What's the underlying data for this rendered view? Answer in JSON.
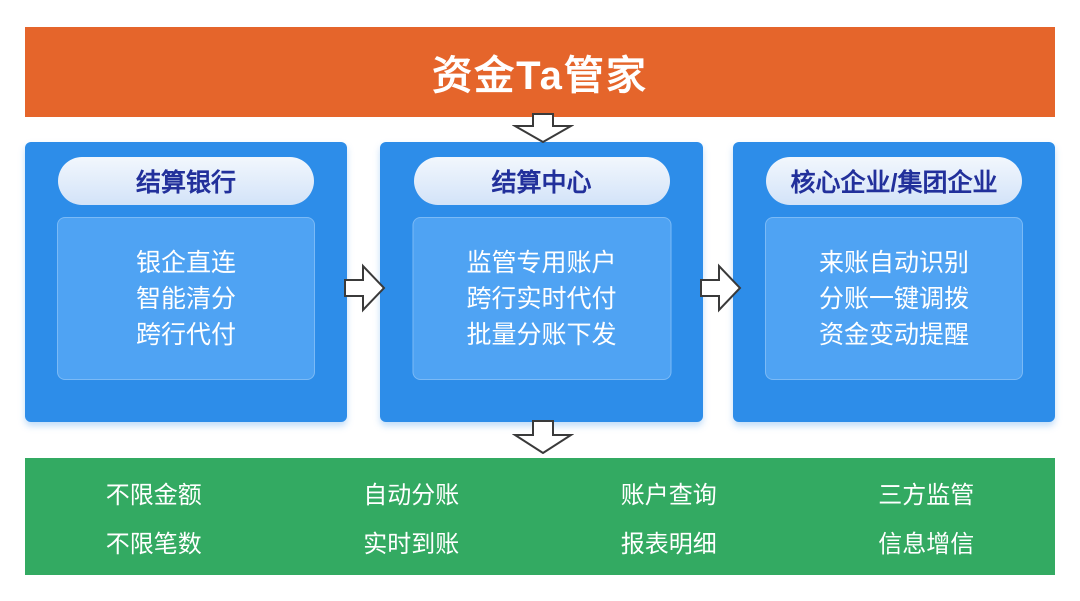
{
  "title": "资金Ta管家",
  "flow": {
    "columns": [
      {
        "header": "结算银行",
        "items": [
          "银企直连",
          "智能清分",
          "跨行代付"
        ]
      },
      {
        "header": "结算中心",
        "items": [
          "监管专用账户",
          "跨行实时代付",
          "批量分账下发"
        ]
      },
      {
        "header": "核心企业/集团企业",
        "items": [
          "来账自动识别",
          "分账一键调拨",
          "资金变动提醒"
        ]
      }
    ]
  },
  "footer": {
    "columns": [
      [
        "不限金额",
        "不限笔数"
      ],
      [
        "自动分账",
        "实时到账"
      ],
      [
        "账户查询",
        "报表明细"
      ],
      [
        "三方监管",
        "信息增信"
      ]
    ]
  },
  "icons": {
    "down_arrow": "⇩",
    "right_arrow": "⇨"
  },
  "colors": {
    "banner_orange": "#E5652B",
    "box_blue": "#2D8DE9",
    "inner_blue": "#4FA3F3",
    "pill_background": "#DCE9F9",
    "pill_text": "#22309B",
    "footer_green": "#33AA62",
    "arrow_outline": "#3A3A3A",
    "text_white": "#FFFFFF"
  }
}
